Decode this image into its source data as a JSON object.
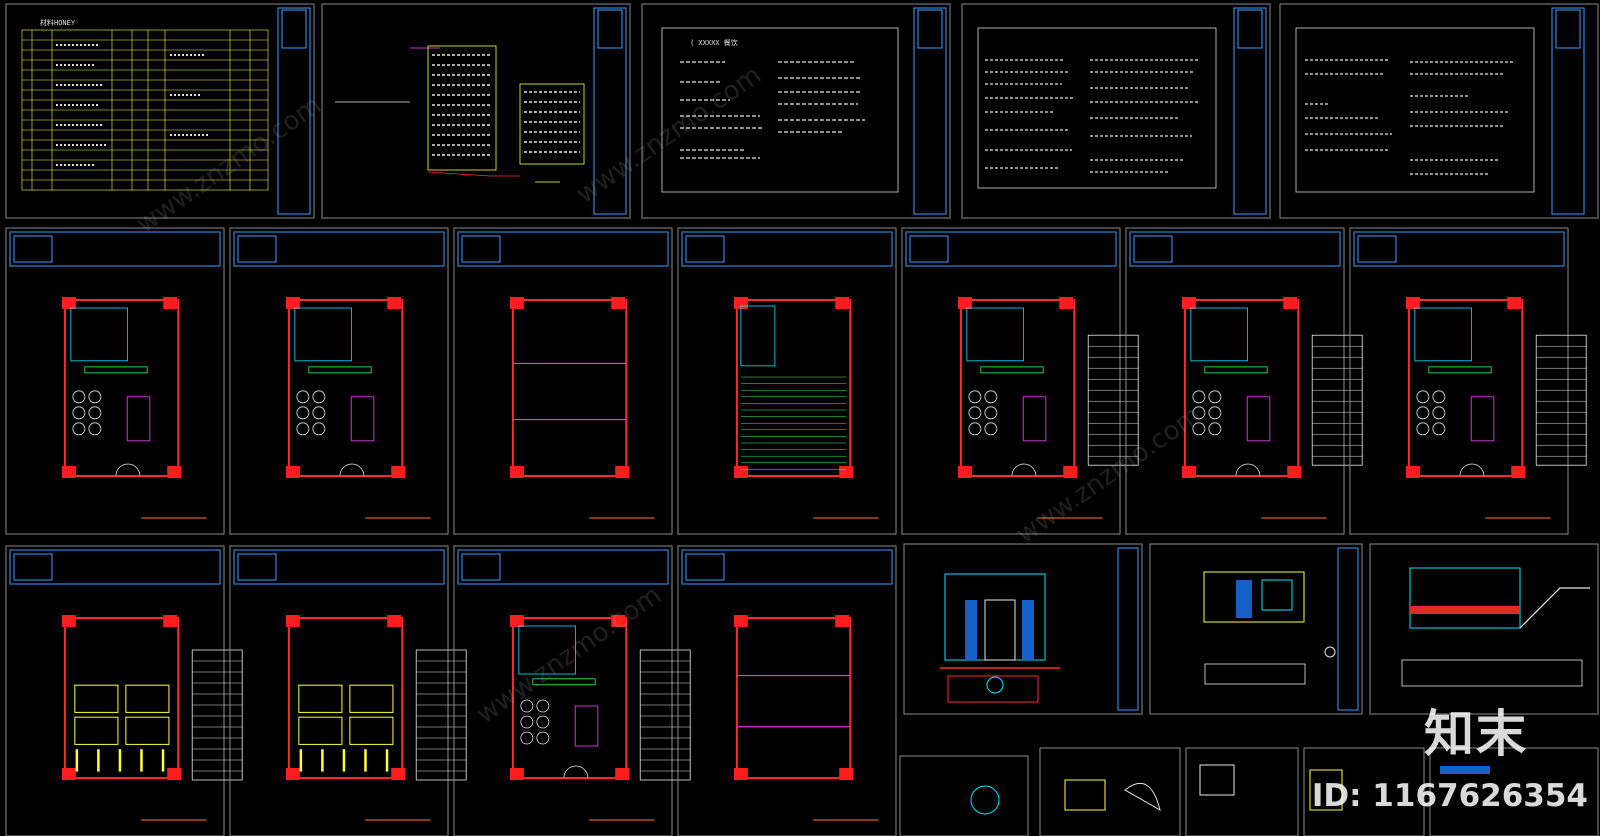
{
  "header_sheets": [
    {
      "label": "材料HONEY"
    },
    {
      "label": "( XXXXX 餐饮"
    },
    {
      "label": ""
    },
    {
      "label": ""
    },
    {
      "label": ""
    }
  ],
  "watermark": {
    "logo": "知末",
    "id": "ID: 1167626354",
    "faint": "www.znzmo.com"
  },
  "colors": {
    "background": "#000000",
    "wall": "#ff2a2a",
    "cyan": "#00e5ff",
    "yellow": "#ffff3a",
    "green": "#33ff66",
    "titleblock": "#3aa0ff"
  }
}
